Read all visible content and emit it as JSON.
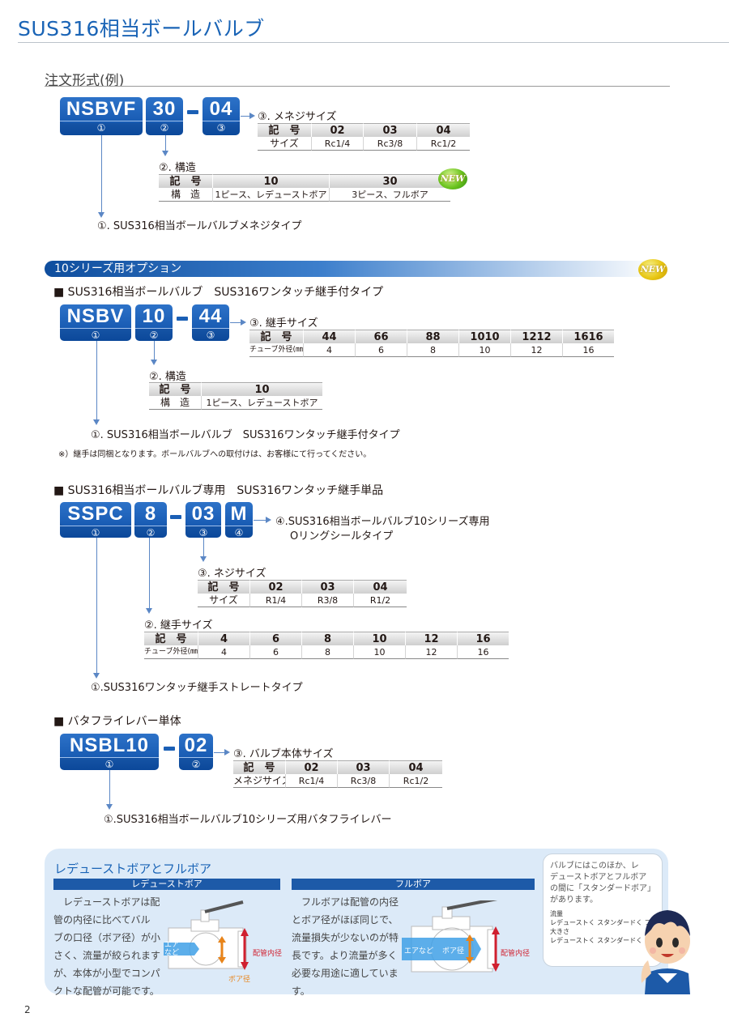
{
  "page_title": "SUS316相当ボールバルブ",
  "order_format_title": "注文形式(例)",
  "new_badge": "NEW",
  "s1": {
    "codes": [
      {
        "code": "NSBVF",
        "num": "①"
      },
      {
        "code": "30",
        "num": "②"
      },
      {
        "code": "04",
        "num": "③"
      }
    ],
    "lbl3": "③. メネジサイズ",
    "t3": {
      "header": [
        "記　号",
        "02",
        "03",
        "04"
      ],
      "row": [
        "サイズ",
        "Rc1/4",
        "Rc3/8",
        "Rc1/2"
      ]
    },
    "lbl2": "②. 構造",
    "t2": {
      "header": [
        "記　号",
        "10",
        "30"
      ],
      "row": [
        "構　造",
        "1ピース、レデューストボア",
        "3ピース、フルボア"
      ]
    },
    "lbl1": "①. SUS316相当ボールバルブメネジタイプ"
  },
  "band_title": "10シリーズ用オプション",
  "s2": {
    "heading": "■ SUS316相当ボールバルブ　SUS316ワンタッチ継手付タイプ",
    "codes": [
      {
        "code": "NSBV",
        "num": "①"
      },
      {
        "code": "10",
        "num": "②"
      },
      {
        "code": "44",
        "num": "③"
      }
    ],
    "lbl3": "③. 継手サイズ",
    "t3": {
      "header": [
        "記　号",
        "44",
        "66",
        "88",
        "1010",
        "1212",
        "1616"
      ],
      "row": [
        "チューブ外径(㎜)",
        "4",
        "6",
        "8",
        "10",
        "12",
        "16"
      ]
    },
    "lbl2": "②. 構造",
    "t2": {
      "header": [
        "記　号",
        "10"
      ],
      "row": [
        "構　造",
        "1ピース、レデューストボア"
      ]
    },
    "lbl1": "①. SUS316相当ボールバルブ　SUS316ワンタッチ継手付タイプ",
    "note": "※）継手は同梱となります。ボールバルブへの取付けは、お客様にて行ってください。"
  },
  "s3": {
    "heading": "■ SUS316相当ボールバルブ専用　SUS316ワンタッチ継手単品",
    "codes": [
      {
        "code": "SSPC",
        "num": "①"
      },
      {
        "code": "8",
        "num": "②"
      },
      {
        "code": "03",
        "num": "③"
      },
      {
        "code": "M",
        "num": "④"
      }
    ],
    "lbl4a": "④.SUS316相当ボールバルブ10シリーズ専用",
    "lbl4b": "Oリングシールタイプ",
    "lbl3": "③. ネジサイズ",
    "t3": {
      "header": [
        "記　号",
        "02",
        "03",
        "04"
      ],
      "row": [
        "サイズ",
        "R1/4",
        "R3/8",
        "R1/2"
      ]
    },
    "lbl2": "②. 継手サイズ",
    "t2": {
      "header": [
        "記　号",
        "4",
        "6",
        "8",
        "10",
        "12",
        "16"
      ],
      "row": [
        "チューブ外径(㎜)",
        "4",
        "6",
        "8",
        "10",
        "12",
        "16"
      ]
    },
    "lbl1": "①.SUS316ワンタッチ継手ストレートタイプ"
  },
  "s4": {
    "heading": "■ バタフライレバー単体",
    "codes": [
      {
        "code": "NSBL10",
        "num": "①"
      },
      {
        "code": "02",
        "num": "②"
      }
    ],
    "lbl3": "③. バルブ本体サイズ",
    "t3": {
      "header": [
        "記　号",
        "02",
        "03",
        "04"
      ],
      "row": [
        "メネジサイズ",
        "Rc1/4",
        "Rc3/8",
        "Rc1/2"
      ]
    },
    "lbl1": "①.SUS316相当ボールバルブ10シリーズ用バタフライレバー"
  },
  "info": {
    "title": "レデューストボアとフルボア",
    "reduced": {
      "header": "レデューストボア",
      "lines": [
        "　レデューストボアは配",
        "管の内径に比べてバル",
        "ブの口径（ボア径）が小",
        "さく、流量が絞られます",
        "が、本体が小型でコンパ",
        "クトな配管が可能です。"
      ],
      "air": "エア\nなど",
      "pipe": "配管内径",
      "bore": "ボア径"
    },
    "full": {
      "header": "フルボア",
      "lines": [
        "　フルボアは配管の内径",
        "とボア径がほぼ同じで、",
        "流量損失が少ないのが特",
        "長です。より流量が多く",
        "必要な用途に適していま",
        "す。"
      ],
      "air": "エアなど",
      "bore": "ボア径",
      "pipe": "配管内径"
    },
    "bubble": {
      "lines": [
        "バルブにはこのほか、レ",
        "デューストボアとフルボア",
        "の間に「スタンダードボア」",
        "があります。"
      ],
      "s1": "流量",
      "s2": "レデューストく スタンダードく フル",
      "s3": "大きさ",
      "s4": "レデューストく スタンダードく フル"
    }
  },
  "page_number": "2"
}
